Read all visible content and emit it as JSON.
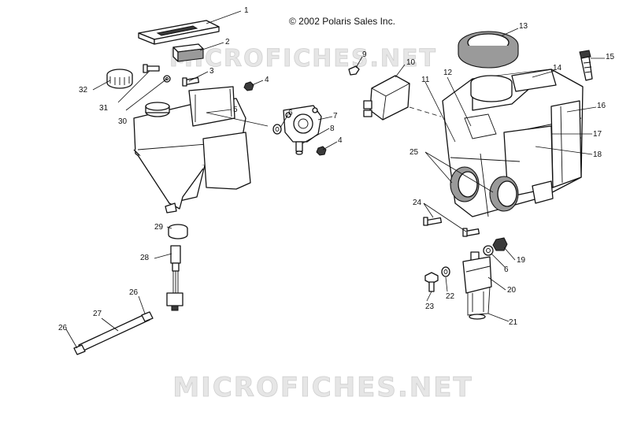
{
  "copyright": "© 2002 Polaris Sales Inc.",
  "watermark_top": "MICROFICHES.NET",
  "watermark_bottom": "MICROFICHES.NET",
  "callouts": {
    "n1": "1",
    "n2": "2",
    "n3": "3",
    "n4a": "4",
    "n4b": "4",
    "n5": "5",
    "n6a": "6",
    "n6b": "6",
    "n7": "7",
    "n8": "8",
    "n9": "9",
    "n10": "10",
    "n11": "11",
    "n12": "12",
    "n13": "13",
    "n14": "14",
    "n15": "15",
    "n16": "16",
    "n17": "17",
    "n18": "18",
    "n19": "19",
    "n20": "20",
    "n21": "21",
    "n22": "22",
    "n23": "23",
    "n24": "24",
    "n25": "25",
    "n26a": "26",
    "n26b": "26",
    "n27": "27",
    "n28": "28",
    "n29": "29",
    "n30": "30",
    "n31": "31",
    "n32": "32"
  }
}
